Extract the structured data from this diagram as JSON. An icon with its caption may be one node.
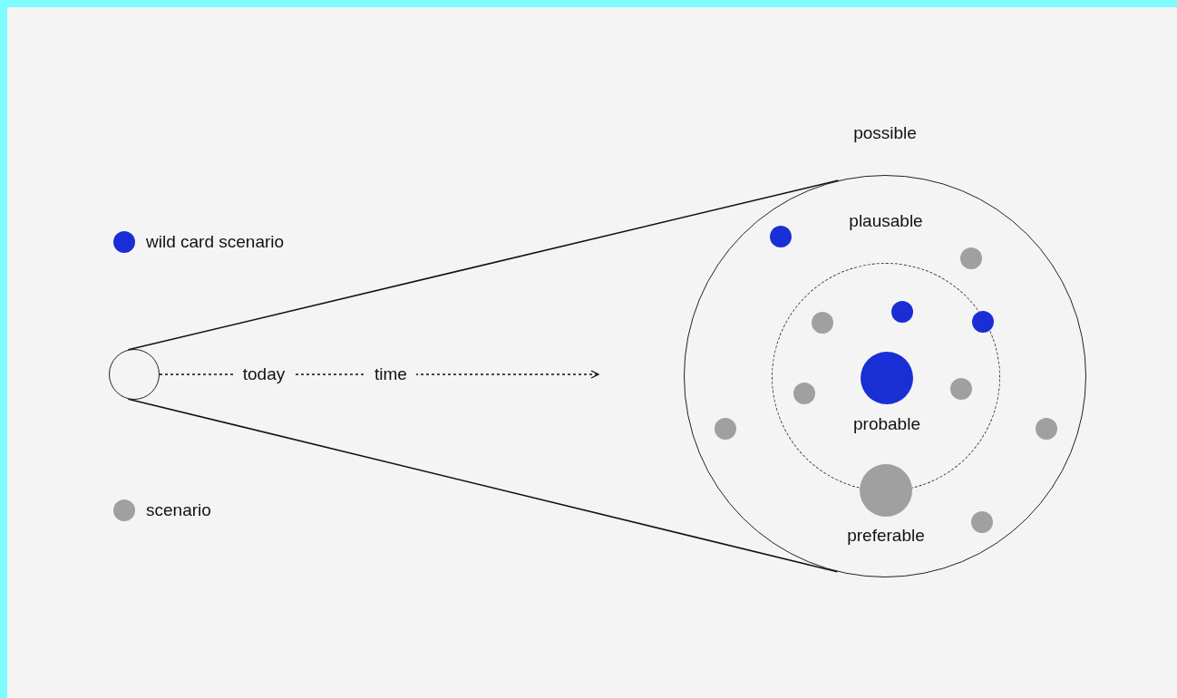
{
  "diagram": {
    "nodes": [
      {
        "text": [],
        "shape": "circle"
      },
      {
        "text": [
          "plausable"
        ]
      },
      {
        "text": [
          "probable"
        ],
        "in": 1
      },
      {
        "text": [],
        "shape": "circle",
        "in": 1
      },
      {
        "text": [],
        "shape": "circle",
        "in": 1
      },
      {
        "text": [],
        "shape": "circle",
        "in": 2
      },
      {
        "text": [],
        "shape": "circle",
        "in": 2
      },
      {
        "text": [],
        "shape": "circle",
        "in": 2
      },
      {
        "text": [],
        "shape": "circle",
        "in": 2
      },
      {
        "text": [],
        "shape": "circle",
        "in": 2
      },
      {
        "text": [],
        "shape": "circle",
        "in": 2
      },
      {
        "text": [],
        "shape": "circle",
        "in": 1
      },
      {
        "text": [],
        "shape": "circle",
        "in": 1
      },
      {
        "text": [],
        "shape": "circle",
        "in": 1,
        "beside": [
          "preferable"
        ]
      },
      {
        "text": [],
        "shape": "circle",
        "in": 1
      }
    ],
    "edges": [
      {
        "from": 0,
        "to": 1,
        "arrow": "none"
      },
      {
        "from": 0,
        "to": 1,
        "arrow": "none"
      },
      {
        "from": 0,
        "to": null,
        "arrow": "to",
        "style": "dashed"
      }
    ],
    "labels": [
      "possible",
      "today",
      "time"
    ],
    "legend": [
      {
        "text": "wild card scenario",
        "color": "#1a2ed6"
      },
      {
        "text": "scenario",
        "color": "#a0a0a0"
      }
    ]
  }
}
